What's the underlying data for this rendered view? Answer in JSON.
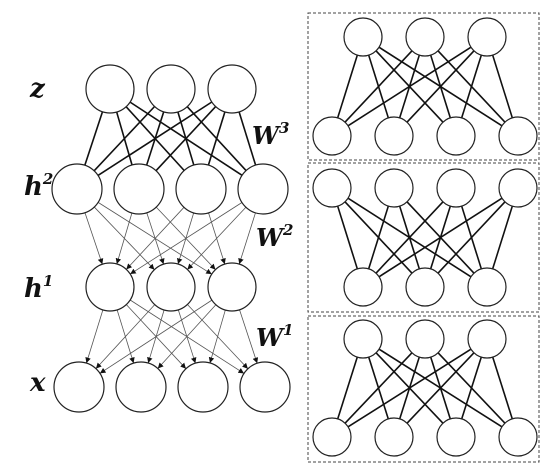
{
  "main_network": {
    "layers": [
      {
        "id": "z",
        "label": "z",
        "sup": "",
        "nodes": 3
      },
      {
        "id": "h2",
        "label": "h",
        "sup": "2",
        "nodes": 4
      },
      {
        "id": "h1",
        "label": "h",
        "sup": "1",
        "nodes": 3
      },
      {
        "id": "x",
        "label": "x",
        "sup": "",
        "nodes": 4
      }
    ],
    "weights": [
      {
        "id": "W3",
        "label": "W",
        "sup": "3",
        "style": "bold",
        "arrows": false
      },
      {
        "id": "W2",
        "label": "W",
        "sup": "2",
        "style": "thin",
        "arrows": true
      },
      {
        "id": "W1",
        "label": "W",
        "sup": "1",
        "style": "thin",
        "arrows": true
      }
    ]
  },
  "panels": [
    {
      "id": "panel-top",
      "top_nodes": 3,
      "bottom_nodes": 4
    },
    {
      "id": "panel-middle",
      "top_nodes": 4,
      "bottom_nodes": 3
    },
    {
      "id": "panel-bottom",
      "top_nodes": 3,
      "bottom_nodes": 4
    }
  ],
  "colors": {
    "stroke": "#111111",
    "background": "#ffffff",
    "panel_border": "#444444"
  }
}
